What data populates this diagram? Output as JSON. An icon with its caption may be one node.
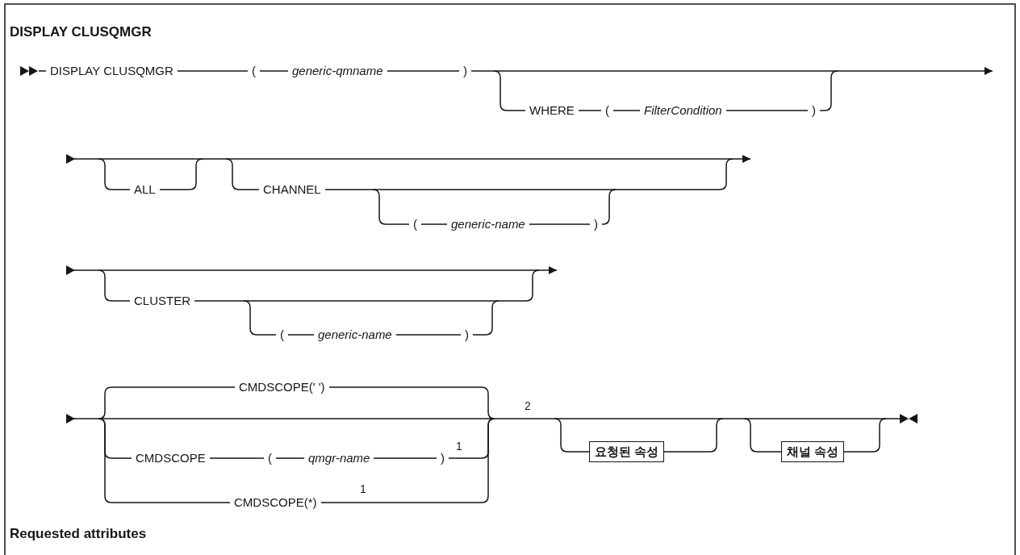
{
  "diagram": {
    "title": "DISPLAY CLUSQMGR",
    "nodes": [
      {
        "text": [
          "요청된 속성"
        ]
      },
      {
        "text": [
          "채널 속성"
        ]
      }
    ],
    "labels": [
      "DISPLAY CLUSQMGR",
      "(",
      "generic-qmname",
      ")",
      "WHERE",
      "(",
      "FilterCondition",
      ")",
      "ALL",
      "CHANNEL",
      "(",
      "generic-name",
      ")",
      "CLUSTER",
      "(",
      "generic-name",
      ")",
      "CMDSCOPE(' ')",
      "2",
      "CMDSCOPE",
      "(",
      "qmgr-name",
      ")",
      "1",
      "CMDSCOPE(*)",
      "1",
      "Requested attributes"
    ]
  }
}
